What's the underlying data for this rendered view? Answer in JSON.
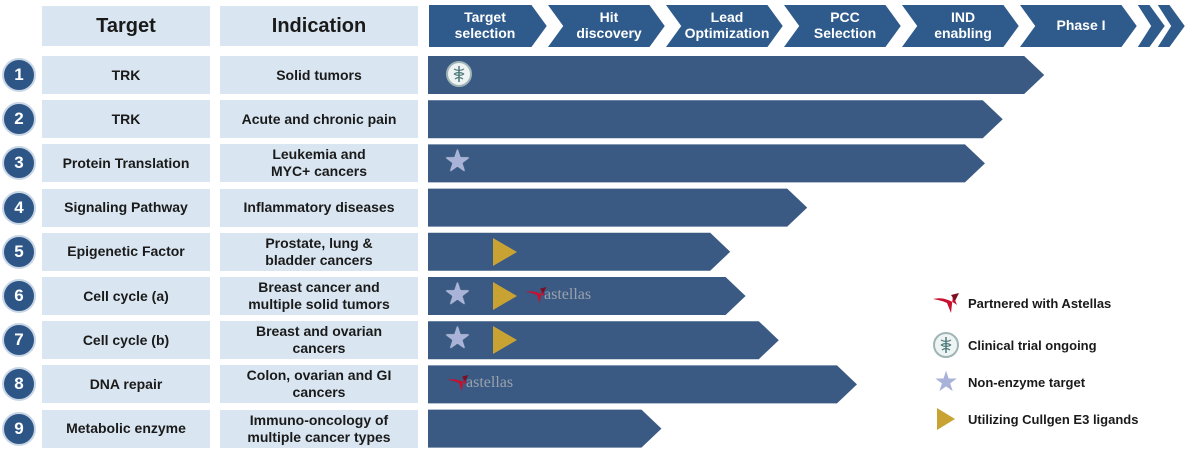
{
  "headers": {
    "target": "Target",
    "indication": "Indication"
  },
  "phases": [
    {
      "line1": "Target",
      "line2": "selection"
    },
    {
      "line1": "Hit",
      "line2": "discovery"
    },
    {
      "line1": "Lead",
      "line2": "Optimization"
    },
    {
      "line1": "PCC",
      "line2": "Selection"
    },
    {
      "line1": "IND",
      "line2": "enabling"
    },
    {
      "line1": "Phase I",
      "line2": ""
    }
  ],
  "rows": [
    {
      "num": "1",
      "target": "TRK",
      "indication_1": "Solid tumors",
      "indication_2": "",
      "markers": [
        "clinical"
      ]
    },
    {
      "num": "2",
      "target": "TRK",
      "indication_1": "Acute and chronic pain",
      "indication_2": "",
      "markers": []
    },
    {
      "num": "3",
      "target": "Protein Translation",
      "indication_1": "Leukemia and",
      "indication_2": "MYC+ cancers",
      "markers": [
        "star"
      ]
    },
    {
      "num": "4",
      "target": "Signaling Pathway",
      "indication_1": "Inflammatory diseases",
      "indication_2": "",
      "markers": []
    },
    {
      "num": "5",
      "target": "Epigenetic Factor",
      "indication_1": "Prostate, lung &",
      "indication_2": "bladder cancers",
      "markers": [
        "triangle"
      ]
    },
    {
      "num": "6",
      "target": "Cell cycle (a)",
      "indication_1": "Breast cancer and",
      "indication_2": "multiple solid tumors",
      "markers": [
        "star",
        "triangle",
        "astellas"
      ]
    },
    {
      "num": "7",
      "target": "Cell cycle (b)",
      "indication_1": "Breast and ovarian",
      "indication_2": "cancers",
      "markers": [
        "star",
        "triangle"
      ]
    },
    {
      "num": "8",
      "target": "DNA repair",
      "indication_1": "Colon, ovarian and GI",
      "indication_2": "cancers",
      "markers": [
        "astellas"
      ]
    },
    {
      "num": "9",
      "target": "Metabolic enzyme",
      "indication_1": "Immuno-oncology of",
      "indication_2": "multiple cancer types",
      "markers": []
    }
  ],
  "legend": [
    {
      "icon": "astellas-swoosh-icon",
      "label": "Partnered with Astellas"
    },
    {
      "icon": "caduceus-icon",
      "label": "Clinical trial ongoing"
    },
    {
      "icon": "star-icon",
      "label": "Non-enzyme target"
    },
    {
      "icon": "triangle-icon",
      "label": "Utilizing Cullgen E3 ligands"
    }
  ],
  "astellas_wordmark": "astellas",
  "colors": {
    "bar": "#3a5a84",
    "phase": "#2f5b8c",
    "cell": "#d9e6f1",
    "triangle": "#c9a234",
    "star": "#a9b2d9",
    "astellas_red": "#c8102e"
  },
  "chart_data": {
    "type": "bar",
    "orientation": "horizontal",
    "stage_axis": [
      "Target selection",
      "Hit discovery",
      "Lead Optimization",
      "PCC Selection",
      "IND enabling",
      "Phase I"
    ],
    "categories": [
      "TRK",
      "TRK",
      "Protein Translation",
      "Signaling Pathway",
      "Epigenetic Factor",
      "Cell cycle (a)",
      "Cell cycle (b)",
      "DNA repair",
      "Metabolic enzyme"
    ],
    "values": [
      5.2,
      4.85,
      4.7,
      3.2,
      2.55,
      2.68,
      2.96,
      3.62,
      1.97
    ],
    "xlim": [
      0,
      6.5
    ]
  }
}
